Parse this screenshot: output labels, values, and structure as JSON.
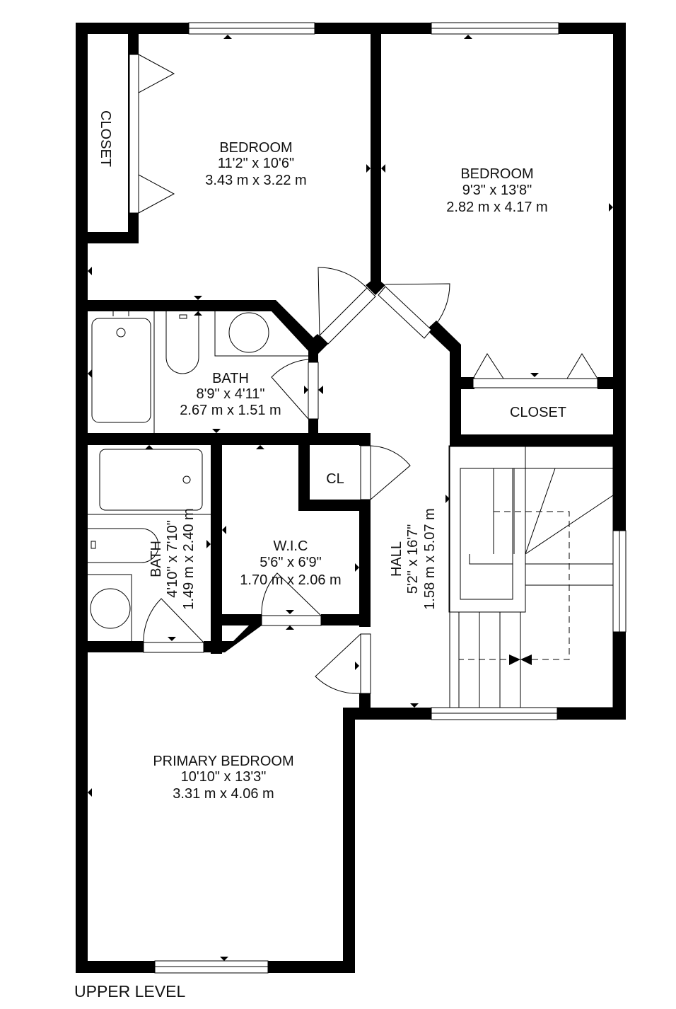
{
  "plan": {
    "level_label": "UPPER LEVEL",
    "rooms": [
      {
        "id": "bedroom-2",
        "name": "BEDROOM",
        "imperial": "11'2\" x 10'6\"",
        "metric": "3.43 m x 3.22 m"
      },
      {
        "id": "bedroom-3",
        "name": "BEDROOM",
        "imperial": "9'3\" x 13'8\"",
        "metric": "2.82 m x 4.17 m"
      },
      {
        "id": "bath-1",
        "name": "BATH",
        "imperial": "8'9\" x 4'11\"",
        "metric": "2.67 m x 1.51 m"
      },
      {
        "id": "bath-2",
        "name": "BATH",
        "imperial": "4'10\" x 7'10\"",
        "metric": "1.49 m x 2.40 m"
      },
      {
        "id": "wic",
        "name": "W.I.C",
        "imperial": "5'6\" x 6'9\"",
        "metric": "1.70 m x 2.06 m"
      },
      {
        "id": "hall",
        "name": "HALL",
        "imperial": "5'2\" x 16'7\"",
        "metric": "1.58 m x 5.07 m"
      },
      {
        "id": "primary-bedroom",
        "name": "PRIMARY BEDROOM",
        "imperial": "10'10\" x 13'3\"",
        "metric": "3.31 m x 4.06 m"
      }
    ],
    "closets": {
      "left": "CLOSET",
      "right": "CLOSET",
      "small": "CL"
    }
  }
}
